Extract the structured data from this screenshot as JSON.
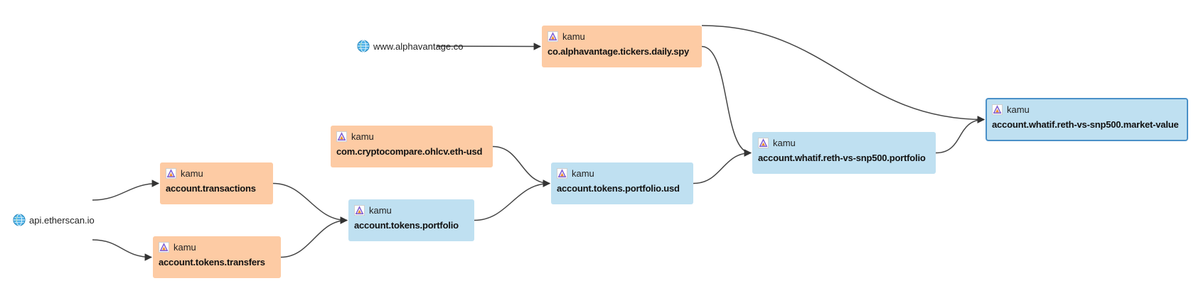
{
  "colors": {
    "root_node": "#fdcba4",
    "derived_node": "#bfe0f1",
    "selected_border": "#4a90c8",
    "edge": "#444444"
  },
  "sources": [
    {
      "id": "etherscan",
      "label": "api.etherscan.io",
      "icon": "globe-icon"
    },
    {
      "id": "alphavantage",
      "label": "www.alphavantage.co",
      "icon": "globe-icon"
    }
  ],
  "nodes": [
    {
      "id": "transactions",
      "owner": "kamu",
      "name": "account.transactions",
      "kind": "root"
    },
    {
      "id": "transfers",
      "owner": "kamu",
      "name": "account.tokens.transfers",
      "kind": "root"
    },
    {
      "id": "cryptocompare",
      "owner": "kamu",
      "name": "com.cryptocompare.ohlcv.eth-usd",
      "kind": "root"
    },
    {
      "id": "spy",
      "owner": "kamu",
      "name": "co.alphavantage.tickers.daily.spy",
      "kind": "root"
    },
    {
      "id": "portfolio",
      "owner": "kamu",
      "name": "account.tokens.portfolio",
      "kind": "derived"
    },
    {
      "id": "portfolio_usd",
      "owner": "kamu",
      "name": "account.tokens.portfolio.usd",
      "kind": "derived"
    },
    {
      "id": "whatif_portfolio",
      "owner": "kamu",
      "name": "account.whatif.reth-vs-snp500.portfolio",
      "kind": "derived"
    },
    {
      "id": "market_value",
      "owner": "kamu",
      "name": "account.whatif.reth-vs-snp500.market-value",
      "kind": "derived",
      "selected": true
    }
  ],
  "edges": [
    [
      "etherscan",
      "transactions"
    ],
    [
      "etherscan",
      "transfers"
    ],
    [
      "alphavantage",
      "spy"
    ],
    [
      "transactions",
      "portfolio"
    ],
    [
      "transfers",
      "portfolio"
    ],
    [
      "portfolio",
      "portfolio_usd"
    ],
    [
      "cryptocompare",
      "portfolio_usd"
    ],
    [
      "portfolio_usd",
      "whatif_portfolio"
    ],
    [
      "spy",
      "whatif_portfolio"
    ],
    [
      "whatif_portfolio",
      "market_value"
    ],
    [
      "spy",
      "market_value"
    ]
  ]
}
